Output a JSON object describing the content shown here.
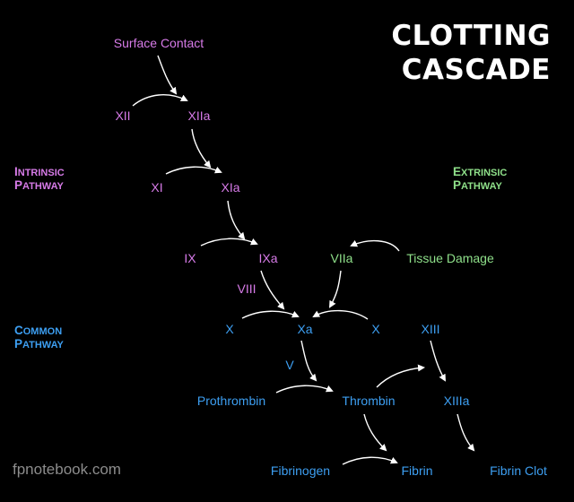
{
  "title_line1": "CLOTTING",
  "title_line2": "CASCADE",
  "pathways": {
    "intrinsic": {
      "cap1": "I",
      "rest1": "NTRINSIC",
      "cap2": "P",
      "rest2": "ATHWAY"
    },
    "extrinsic": {
      "cap1": "E",
      "rest1": "XTRINSIC",
      "cap2": "P",
      "rest2": "ATHWAY"
    },
    "common": {
      "cap1": "C",
      "rest1": "OMMON",
      "cap2": "P",
      "rest2": "ATHWAY"
    }
  },
  "nodes": {
    "surface_contact": "Surface Contact",
    "xii": "XII",
    "xiia": "XIIa",
    "xi": "XI",
    "xia": "XIa",
    "ix": "IX",
    "ixa": "IXa",
    "viii": "VIII",
    "viia": "VIIa",
    "tissue_damage": "Tissue Damage",
    "x_left": "X",
    "xa": "Xa",
    "x_right": "X",
    "xiii": "XIII",
    "v": "V",
    "prothrombin": "Prothrombin",
    "thrombin": "Thrombin",
    "xiiia": "XIIIa",
    "fibrinogen": "Fibrinogen",
    "fibrin": "Fibrin",
    "fibrin_clot": "Fibrin Clot"
  },
  "colors": {
    "intrinsic": "#d77be8",
    "extrinsic": "#8fe08a",
    "common": "#3d9ff2",
    "arrow": "#ffffff"
  },
  "watermark": "fpnotebook.com"
}
